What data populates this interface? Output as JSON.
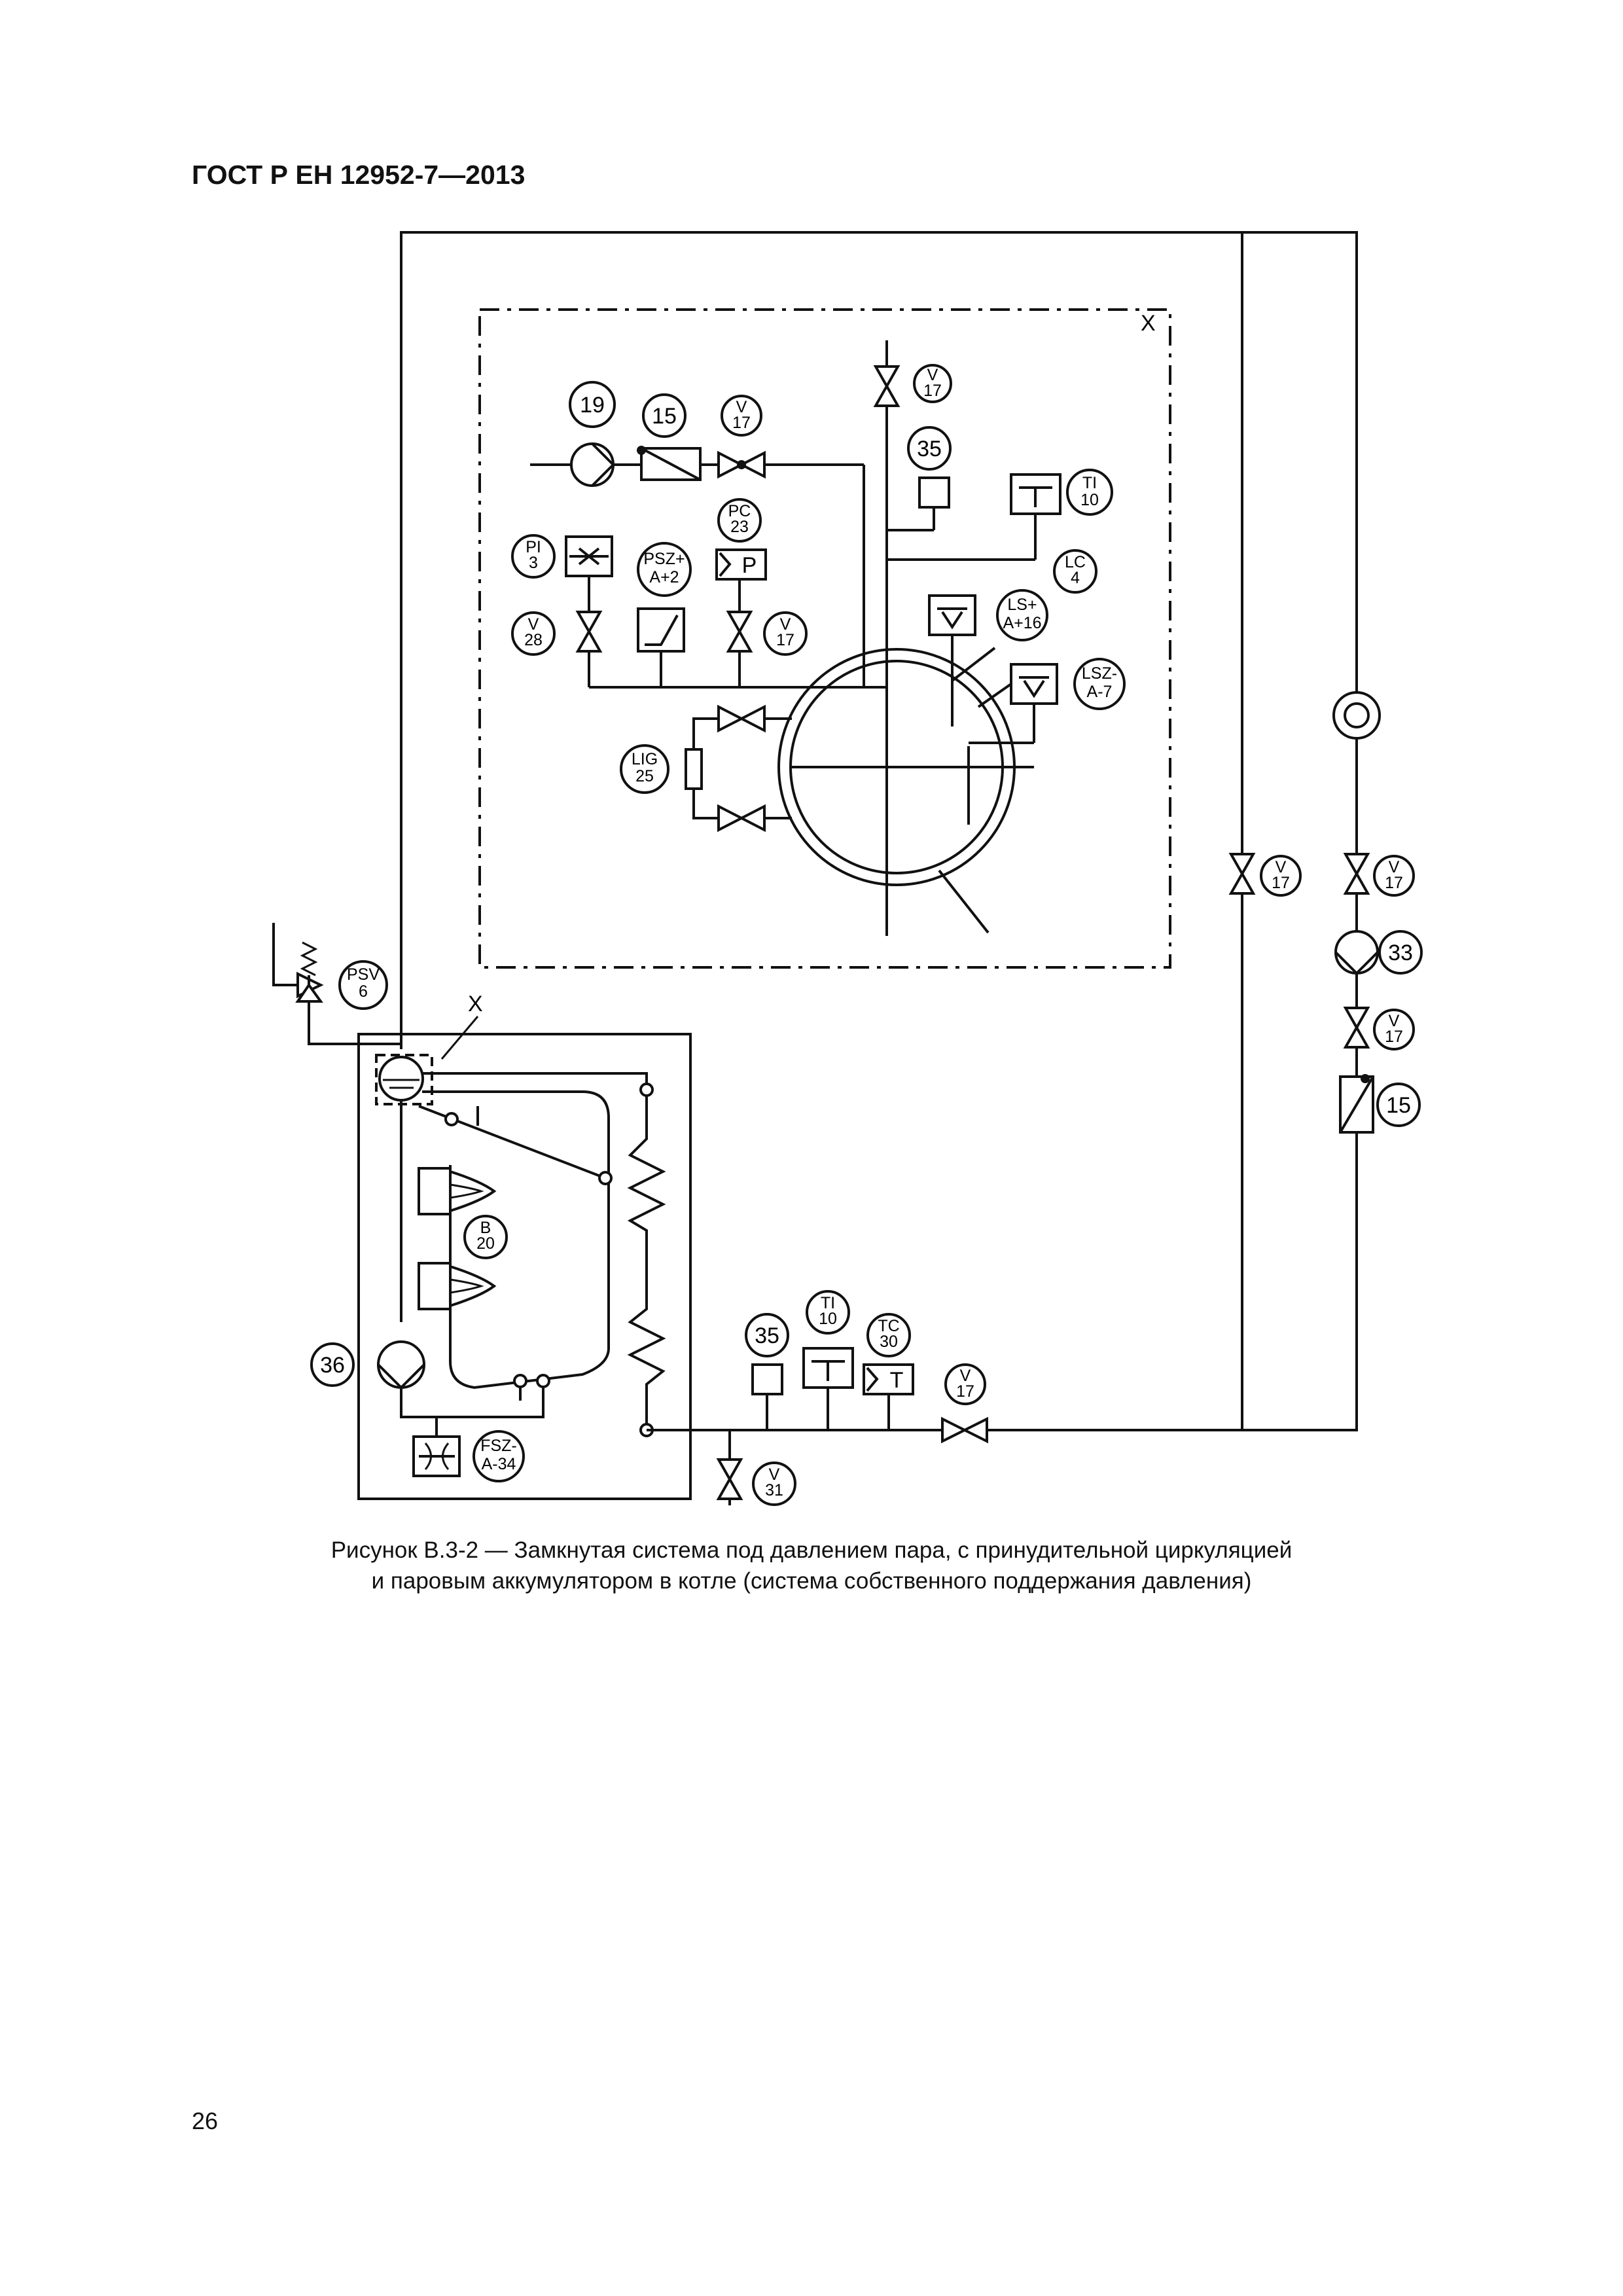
{
  "header": {
    "title": "ГОСТ Р ЕН 12952-7—2013"
  },
  "figure": {
    "boundary_label": "X",
    "tags": {
      "t19": "19",
      "t15a": "15",
      "v17a_1": "V",
      "v17a_2": "17",
      "v17b_1": "V",
      "v17b_2": "17",
      "t35a": "35",
      "ti10a_1": "TI",
      "ti10a_2": "10",
      "pc23_1": "PC",
      "pc23_2": "23",
      "pi3_1": "PI",
      "pi3_2": "3",
      "psz_1": "PSZ+",
      "psz_2": "A+2",
      "lc4_1": "LC",
      "lc4_2": "4",
      "ls16_1": "LS+",
      "ls16_2": "A+16",
      "v28_1": "V",
      "v28_2": "28",
      "v17c_1": "V",
      "v17c_2": "17",
      "lsz7_1": "LSZ-",
      "lsz7_2": "A-7",
      "lig25_1": "LIG",
      "lig25_2": "25",
      "psv6_1": "PSV",
      "psv6_2": "6",
      "v17d_1": "V",
      "v17d_2": "17",
      "v17e_1": "V",
      "v17e_2": "17",
      "t33": "33",
      "v17f_1": "V",
      "v17f_2": "17",
      "t15b": "15",
      "b20_1": "B",
      "b20_2": "20",
      "t36": "36",
      "t35b": "35",
      "ti10b_1": "TI",
      "ti10b_2": "10",
      "tc30_1": "TC",
      "tc30_2": "30",
      "v17g_1": "V",
      "v17g_2": "17",
      "fsz34_1": "FSZ-",
      "fsz34_2": "A-34",
      "v31_1": "V",
      "v31_2": "31",
      "p_symbol": "P",
      "t_symbol": "T"
    }
  },
  "caption": {
    "line1": "Рисунок В.3-2 — Замкнутая система под давлением пара, с принудительной циркуляцией",
    "line2": "и паровым аккумулятором в котле (система собственного поддержания давления)"
  },
  "page": {
    "number": "26"
  }
}
